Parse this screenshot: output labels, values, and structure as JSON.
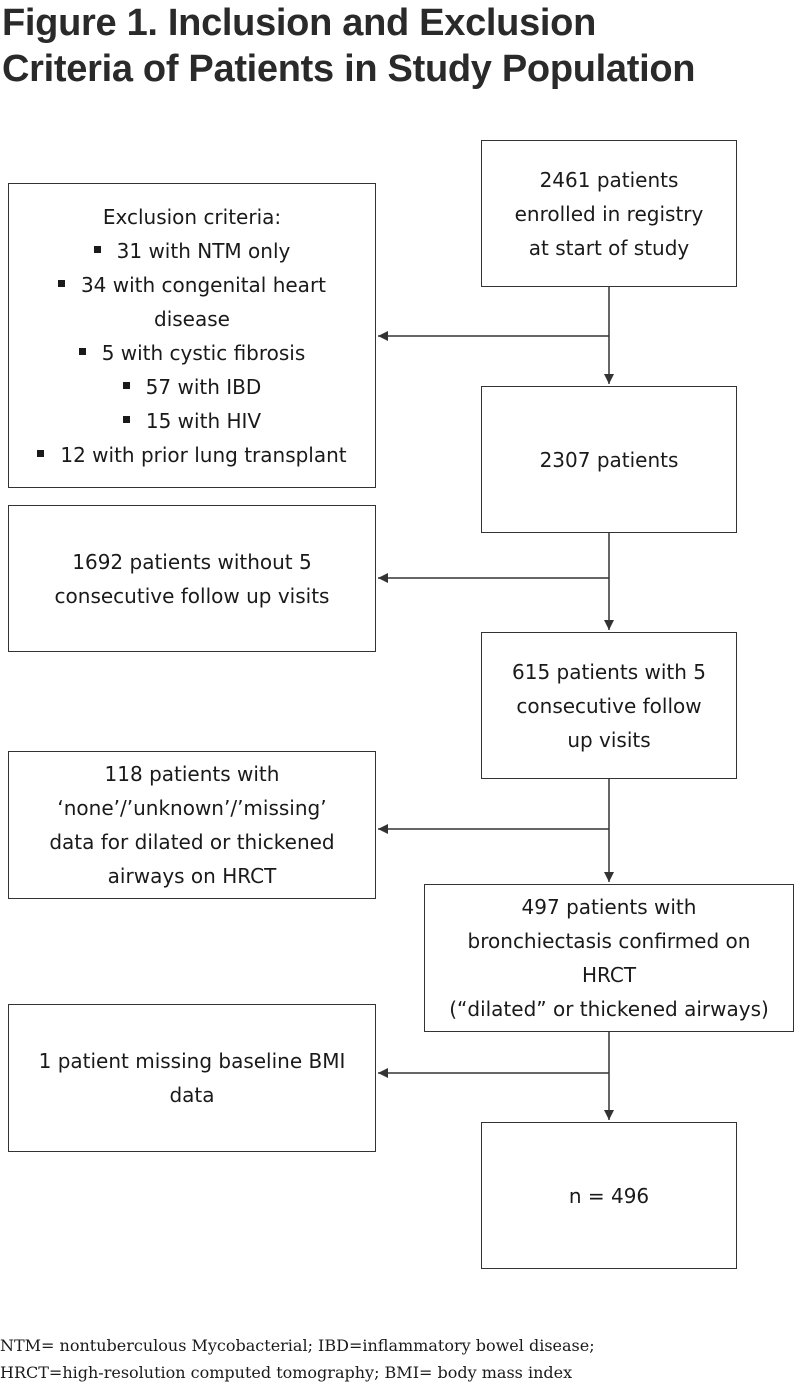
{
  "title": {
    "line1": "Figure 1. Inclusion and Exclusion",
    "line2": "Criteria of Patients in Study Population"
  },
  "main_boxes": [
    {
      "lines": [
        "2461 patients",
        "enrolled in registry",
        "at start of study"
      ]
    },
    {
      "lines": [
        "2307 patients"
      ]
    },
    {
      "lines": [
        "615 patients with 5",
        "consecutive follow",
        "up visits"
      ]
    },
    {
      "lines": [
        "497 patients with",
        "bronchiectasis confirmed on",
        "HRCT",
        "(“dilated” or thickened airways)"
      ]
    },
    {
      "lines": [
        "n = 496"
      ]
    }
  ],
  "exclusion_box": {
    "heading": "Exclusion criteria:",
    "items": [
      "31 with NTM only",
      "34 with congenital heart",
      "disease",
      "5 with cystic fibrosis",
      "57 with IBD",
      "15 with HIV",
      "12 with prior lung transplant"
    ]
  },
  "side_boxes": [
    {
      "lines": [
        "1692 patients without 5",
        "consecutive follow up visits"
      ]
    },
    {
      "lines": [
        "118 patients  with",
        "‘none’/’unknown’/’missing’",
        "data for dilated or thickened",
        "airways on HRCT"
      ]
    },
    {
      "lines": [
        "1 patient missing baseline BMI",
        "data"
      ]
    }
  ],
  "footnote": {
    "line1": "NTM= nontuberculous Mycobacterial; IBD=inflammatory bowel disease;",
    "line2": "HRCT=high-resolution computed tomography; BMI= body mass index"
  }
}
